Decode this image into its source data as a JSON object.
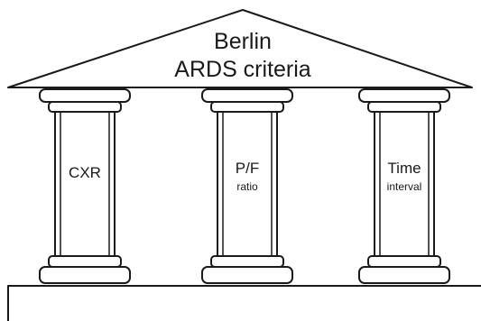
{
  "roof": {
    "title_line1": "Berlin",
    "title_line2": "ARDS criteria"
  },
  "pillars": [
    {
      "label": "CXR",
      "sublabel": ""
    },
    {
      "label": "P/F",
      "sublabel": "ratio"
    },
    {
      "label": "Time",
      "sublabel": "interval"
    }
  ],
  "colors": {
    "stroke": "#1a1a1a",
    "fill": "#ffffff"
  }
}
